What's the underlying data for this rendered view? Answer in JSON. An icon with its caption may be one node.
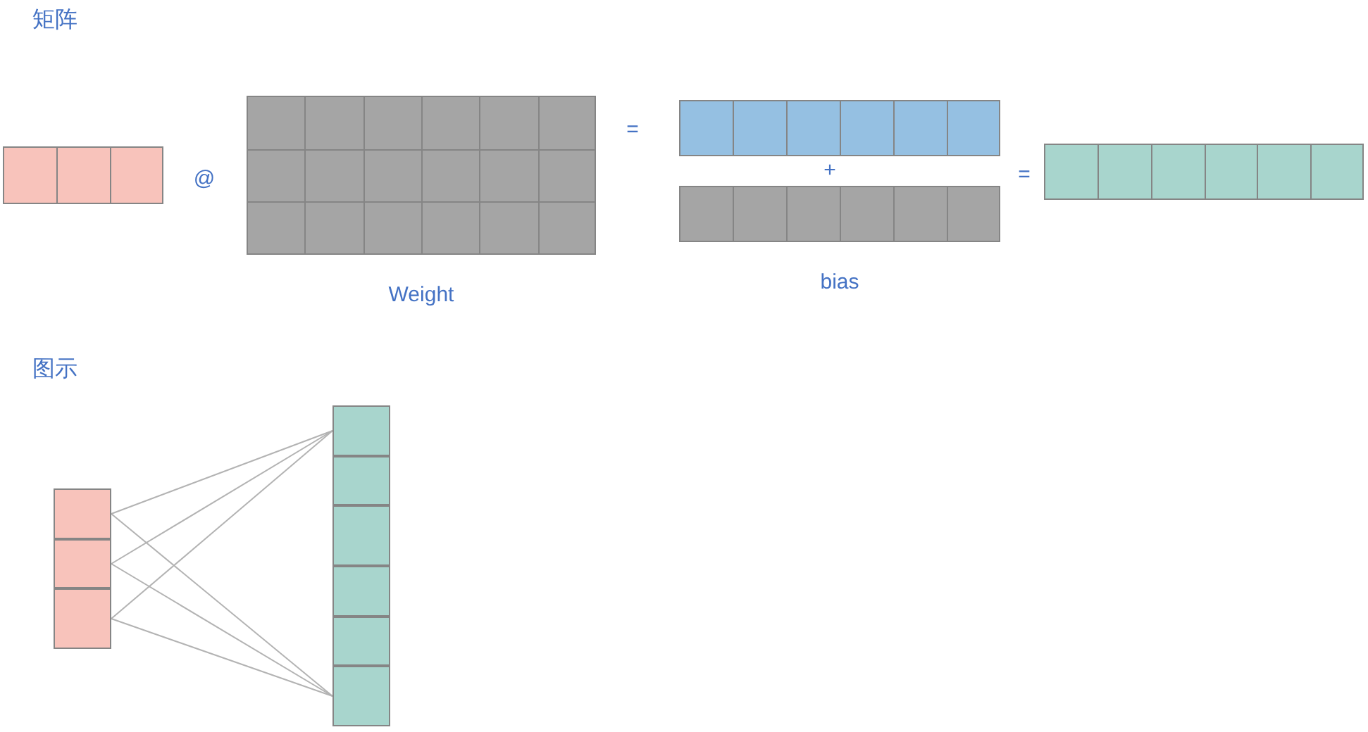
{
  "diagram": {
    "nodes": [
      {
        "text": [],
        "shape": "grid"
      },
      {
        "text": [],
        "shape": "grid",
        "beside": [
          "Weight"
        ]
      },
      {
        "text": [],
        "shape": "grid"
      },
      {
        "text": [],
        "shape": "grid",
        "beside": [
          "bias"
        ]
      },
      {
        "text": [],
        "shape": "grid"
      },
      {
        "text": [],
        "shape": "box"
      },
      {
        "text": [],
        "shape": "box"
      },
      {
        "text": [],
        "shape": "box"
      },
      {
        "text": [],
        "shape": "box"
      },
      {
        "text": [],
        "shape": "box"
      },
      {
        "text": [],
        "shape": "box"
      },
      {
        "text": [],
        "shape": "box"
      },
      {
        "text": [],
        "shape": "box"
      },
      {
        "text": [],
        "shape": "box"
      }
    ],
    "edges": [
      {
        "from": 5,
        "to": 8,
        "arrow": "none"
      },
      {
        "from": 5,
        "to": 13,
        "arrow": "none"
      },
      {
        "from": 6,
        "to": 8,
        "arrow": "none"
      },
      {
        "from": 6,
        "to": 13,
        "arrow": "none"
      },
      {
        "from": 7,
        "to": 8,
        "arrow": "none"
      },
      {
        "from": 7,
        "to": 13,
        "arrow": "none"
      }
    ],
    "labels": [
      "矩阵",
      "@",
      "=",
      "+",
      "=",
      "图示"
    ]
  }
}
